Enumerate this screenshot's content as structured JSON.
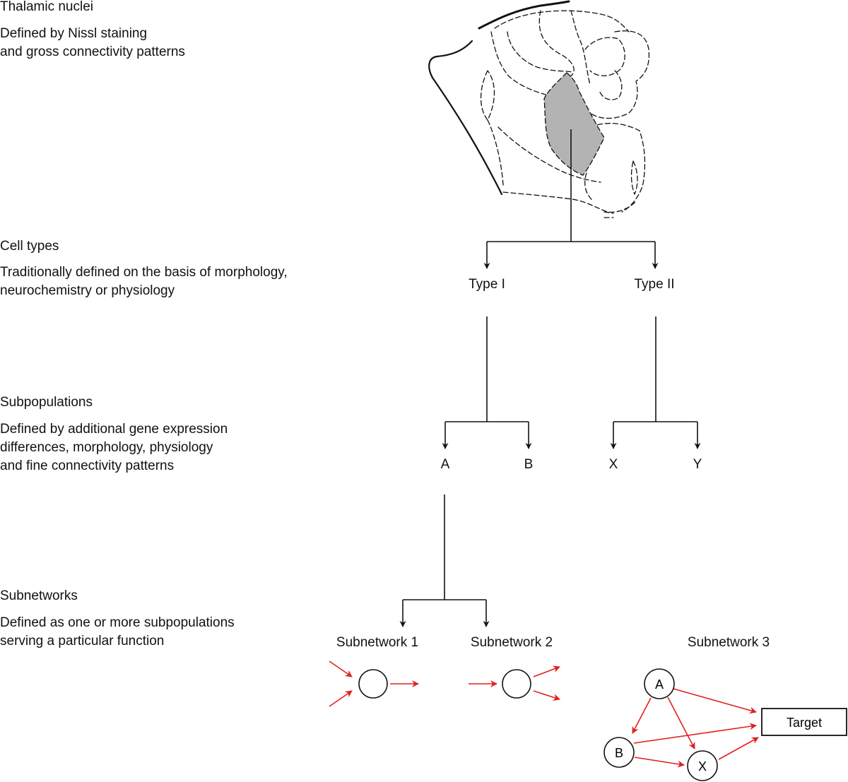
{
  "levels": [
    {
      "heading": "Thalamic nuclei",
      "description": [
        "Defined by Nissl staining",
        "and gross connectivity patterns"
      ]
    },
    {
      "heading": "Cell types",
      "description": [
        "Traditionally defined on the basis of morphology,",
        "neurochemistry or physiology"
      ]
    },
    {
      "heading": "Subpopulations",
      "description": [
        "Defined by additional gene expression",
        "differences, morphology, physiology",
        "and fine connectivity patterns"
      ]
    },
    {
      "heading": "Subnetworks",
      "description": [
        "Defined as one or more subpopulations",
        "serving a particular function"
      ]
    }
  ],
  "cell_types": [
    "Type I",
    "Type II"
  ],
  "subpopulations": [
    "A",
    "B",
    "X",
    "Y"
  ],
  "subnetworks": [
    "Subnetwork 1",
    "Subnetwork 2",
    "Subnetwork 3"
  ],
  "subnetwork3_nodes": [
    "A",
    "B",
    "X"
  ],
  "target_label": "Target",
  "colors": {
    "arrow_red": "#e02020",
    "line": "#111111",
    "highlight_fill": "#b3b3b3"
  }
}
